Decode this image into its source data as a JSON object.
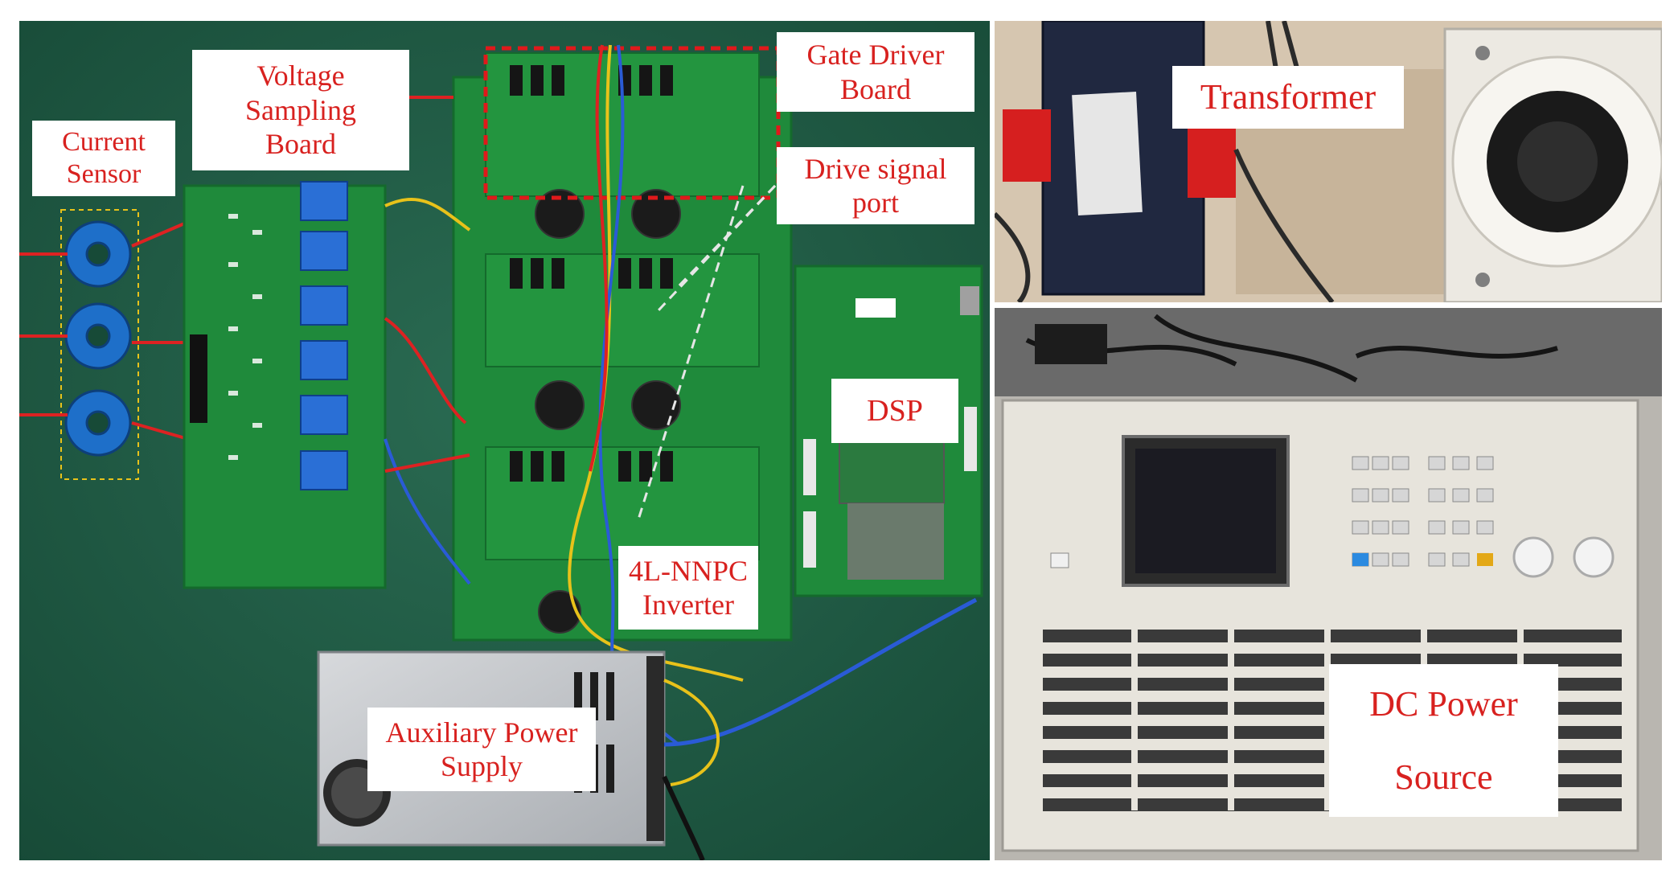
{
  "labels": {
    "current_sensor": [
      "Current",
      "Sensor"
    ],
    "voltage_sampling_board": [
      "Voltage",
      "Sampling",
      "Board"
    ],
    "gate_driver_board": [
      "Gate Driver",
      "Board"
    ],
    "drive_signal_port": [
      "Drive signal",
      "port"
    ],
    "dsp": [
      "DSP"
    ],
    "inverter": [
      "4L-NNPC",
      "Inverter"
    ],
    "auxiliary_power_supply": [
      "Auxiliary Power",
      "Supply"
    ],
    "transformer": [
      "Transformer"
    ],
    "dc_power_source": [
      "DC Power",
      "Source"
    ]
  },
  "colors": {
    "label_text": "#d8211f",
    "bench_mat": "#1f5a45",
    "pcb_green": "#1f8a3b",
    "highlight_red": "#e0191b",
    "highlight_yellow": "#e8c21a"
  }
}
